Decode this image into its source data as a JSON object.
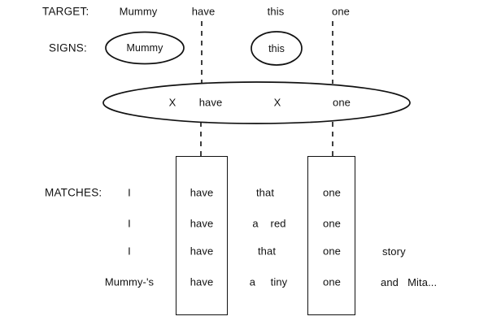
{
  "diagram": {
    "title": "Target / Signs / Matches alignment diagram",
    "stroke_color": "#111111",
    "background_color": "#ffffff"
  },
  "rows": {
    "target": {
      "label": "TARGET:",
      "words": [
        "Mummy",
        "have",
        "this",
        "one"
      ]
    },
    "signs": {
      "label": "SIGNS:",
      "bubbles": [
        "Mummy",
        "this"
      ]
    },
    "pattern": {
      "tokens": [
        "X",
        "have",
        "X",
        "one"
      ]
    },
    "matches": {
      "label": "MATCHES:",
      "rows": [
        {
          "pre": "I",
          "col1": "have",
          "mid": "that",
          "col2": "one",
          "post": ""
        },
        {
          "pre": "I",
          "col1": "have",
          "mid": "a    red",
          "col2": "one",
          "post": ""
        },
        {
          "pre": "I",
          "col1": "have",
          "mid": "that",
          "col2": "one",
          "post": "story"
        },
        {
          "pre": "Mummy-'s",
          "col1": "have",
          "mid": "a     tiny",
          "col2": "one",
          "post": "and   Mita..."
        }
      ]
    }
  },
  "columns": {
    "col1_header": "have",
    "col2_header": "one"
  }
}
